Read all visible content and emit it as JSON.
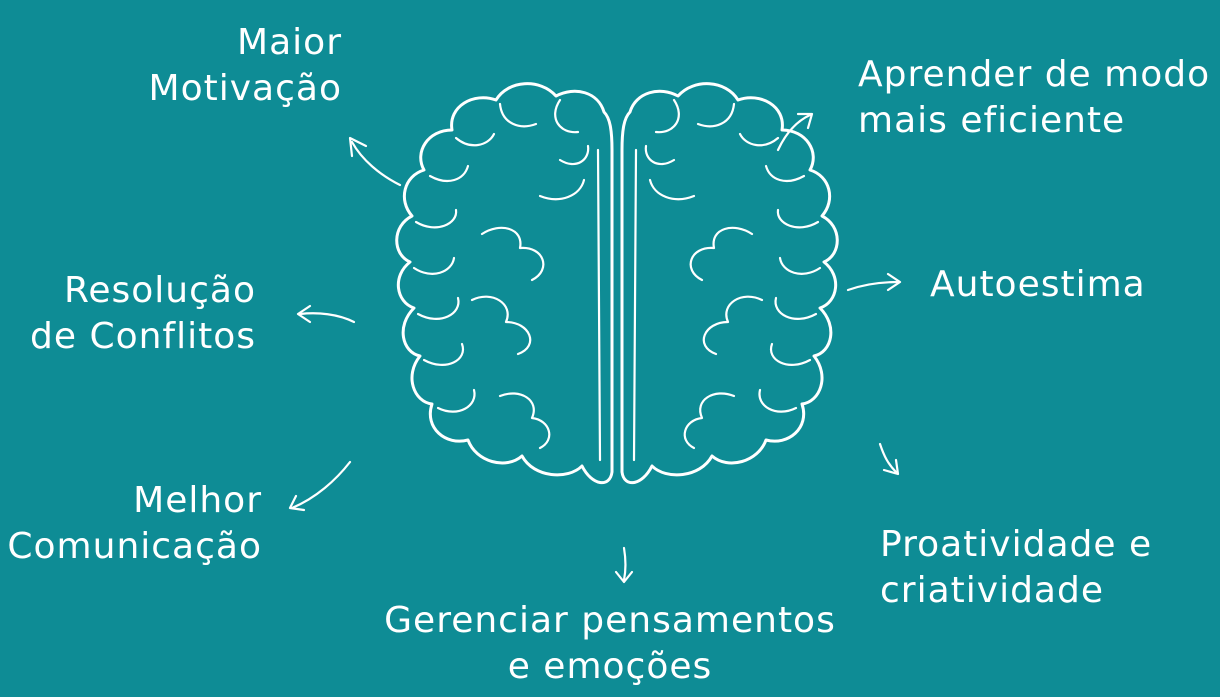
{
  "colors": {
    "background": "#0e8c95",
    "foreground": "#ffffff"
  },
  "center_icon": "brain-icon",
  "labels": {
    "motivacao": {
      "line1": "Maior",
      "line2": "Motivação"
    },
    "aprender": {
      "line1": "Aprender de modo",
      "line2": "mais eficiente"
    },
    "resolucao": {
      "line1": "Resolução",
      "line2": "de Conflitos"
    },
    "autoestima": {
      "line1": "Autoestima"
    },
    "comunicacao": {
      "line1": "Melhor",
      "line2": "Comunicação"
    },
    "proatividade": {
      "line1": "Proatividade e",
      "line2": "criatividade"
    },
    "gerenciar": {
      "line1": "Gerenciar pensamentos",
      "line2": "e emoções"
    }
  }
}
